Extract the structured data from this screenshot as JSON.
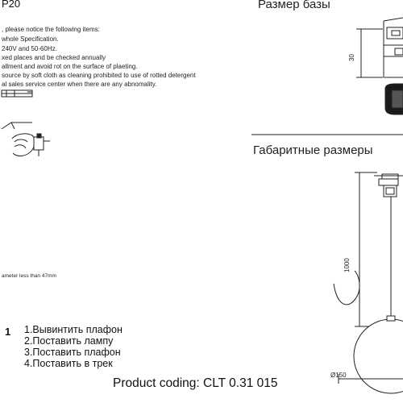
{
  "model_fragment": "P20",
  "instructions": [
    ", please notice the following items:",
    "whole Specification.",
    "240V and 50-60Hz.",
    "xed places and be checked annually",
    "allment and avoid rot on the surface of plaeting.",
    "source by soft cloth as cleaning prohibited to use of rotted detergent",
    "al sales service center when there are any abnomality."
  ],
  "diameter_note": "ameter less than 47mm",
  "step_marker": "1",
  "steps": [
    "1.Вывинтить плафон",
    "2.Поставить лампу",
    "3.Поставить плафон",
    "4.Поставить в трек"
  ],
  "base_size_title": "Размер базы",
  "overall_size_title": "Габаритные размеры",
  "dimensions": {
    "base_height": "30",
    "cable_length": "1000",
    "shade_diameter": "Ø150"
  },
  "product_coding": "Product coding: CLT 0.31 015"
}
